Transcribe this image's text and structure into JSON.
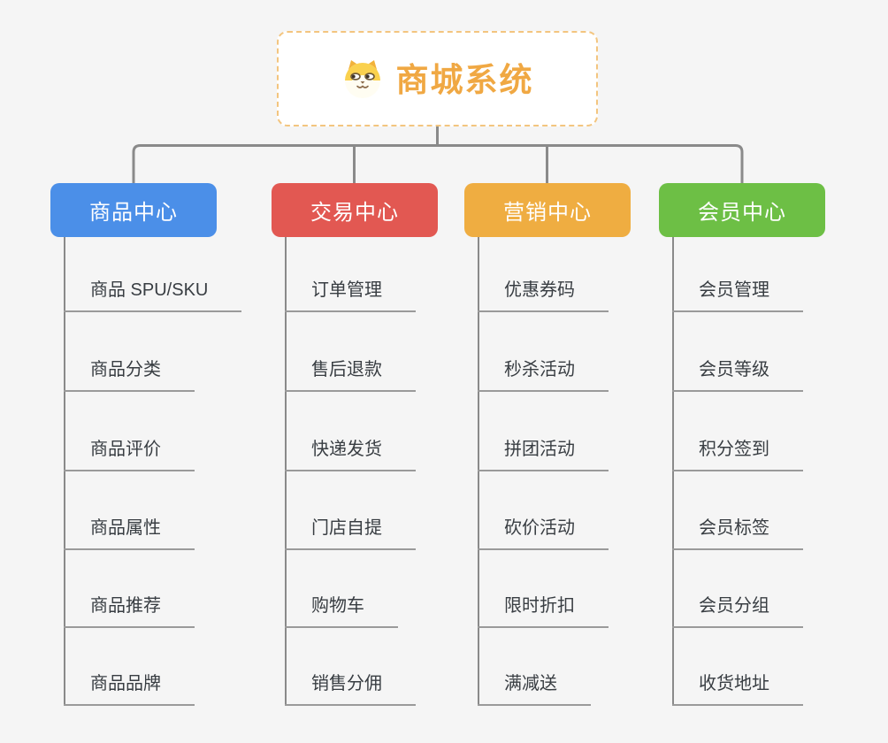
{
  "colors": {
    "background": "#f5f5f5",
    "connector": "#8a8a8a",
    "leaf_underline": "#9a9a9a",
    "leaf_text": "#383d42"
  },
  "root": {
    "title": "商城系统",
    "icon": "dog-face-icon",
    "text_color": "#f0a843",
    "border_color": "#f3c57f"
  },
  "branches": [
    {
      "label": "商品中心",
      "color": "#4b8fe8",
      "children": [
        "商品 SPU/SKU",
        "商品分类",
        "商品评价",
        "商品属性",
        "商品推荐",
        "商品品牌"
      ]
    },
    {
      "label": "交易中心",
      "color": "#e25852",
      "children": [
        "订单管理",
        "售后退款",
        "快递发货",
        "门店自提",
        "购物车",
        "销售分佣"
      ]
    },
    {
      "label": "营销中心",
      "color": "#efad41",
      "children": [
        "优惠券码",
        "秒杀活动",
        "拼团活动",
        "砍价活动",
        "限时折扣",
        "满减送"
      ]
    },
    {
      "label": "会员中心",
      "color": "#6dbf45",
      "children": [
        "会员管理",
        "会员等级",
        "积分签到",
        "会员标签",
        "会员分组",
        "收货地址"
      ]
    }
  ]
}
